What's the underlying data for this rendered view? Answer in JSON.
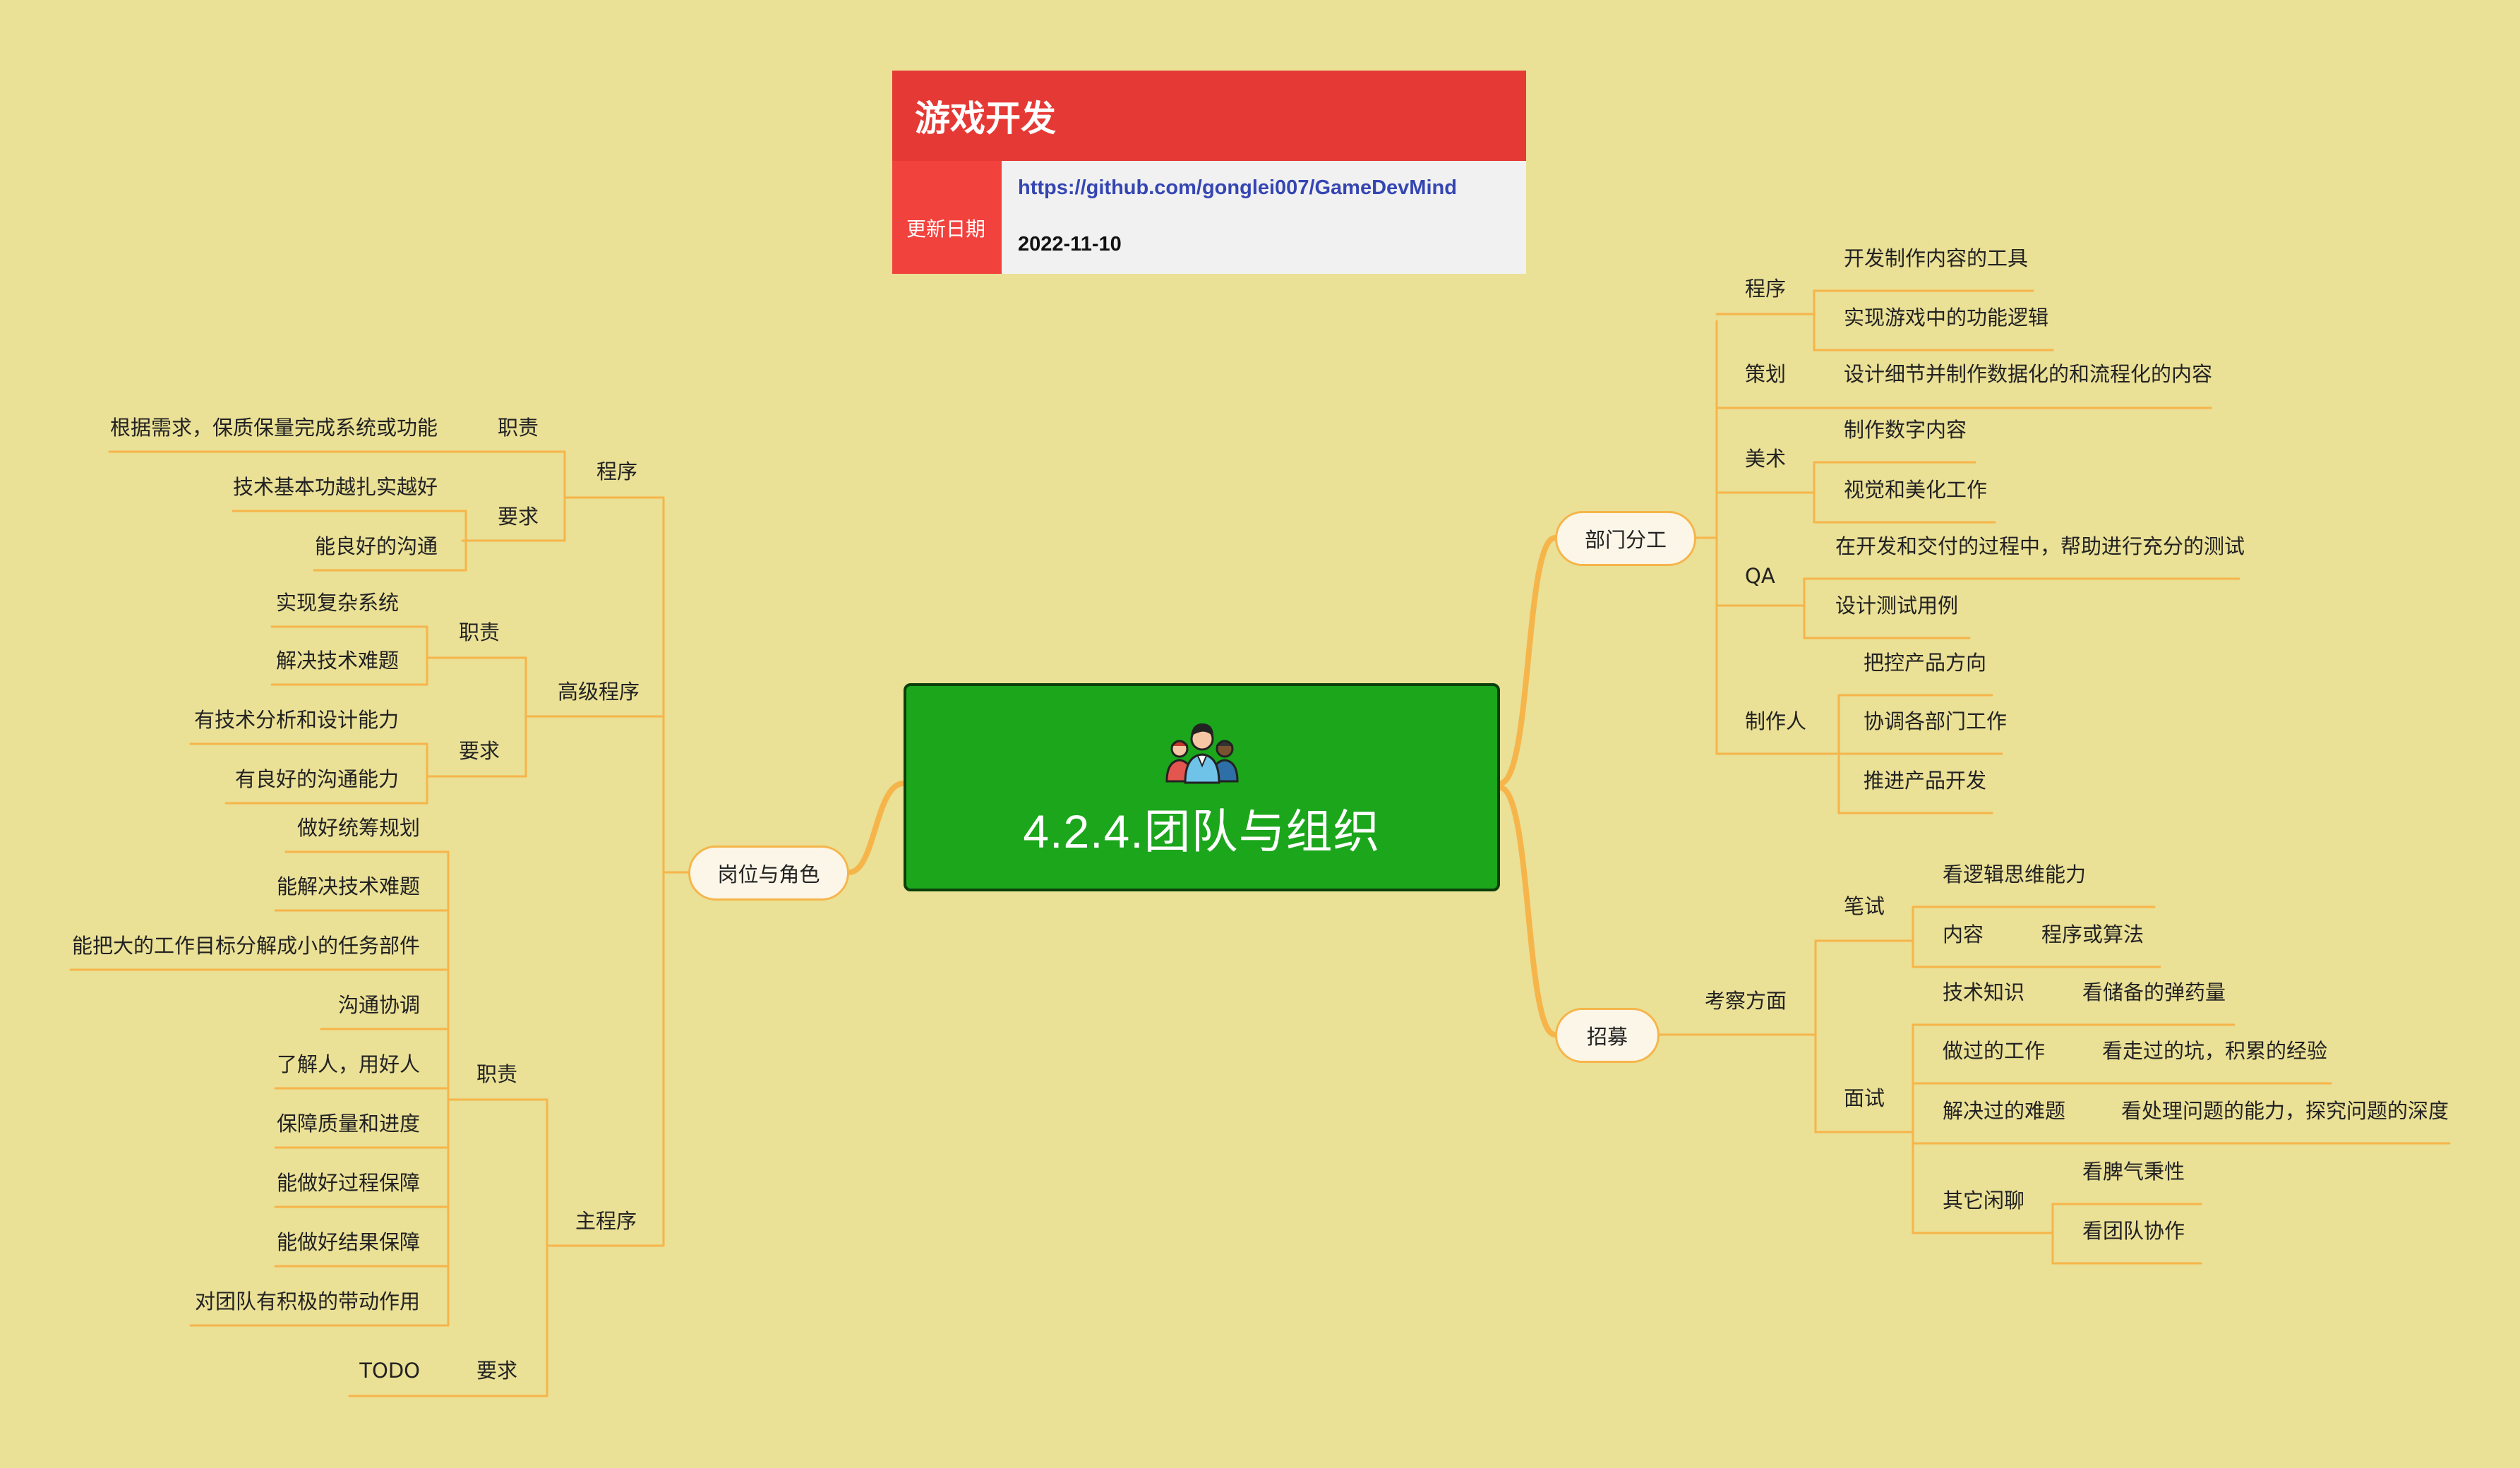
{
  "info": {
    "title": "游戏开发",
    "link": "https://github.com/gonglei007/GameDevMind",
    "date_label": "更新日期",
    "date": "2022-11-10"
  },
  "root": {
    "title": "4.2.4.团队与组织",
    "icon": "team-people-icon"
  },
  "colors": {
    "background": "#EAE096",
    "connector": "#F6B54A",
    "root": "#1BA61B",
    "header": "#E53935"
  },
  "left": {
    "label": "岗位与角色",
    "children": [
      {
        "label": "程序",
        "children": [
          {
            "label": "职责",
            "children": [
              {
                "label": "根据需求，保质保量完成系统或功能"
              }
            ]
          },
          {
            "label": "要求",
            "children": [
              {
                "label": "技术基本功越扎实越好"
              },
              {
                "label": "能良好的沟通"
              }
            ]
          }
        ]
      },
      {
        "label": "高级程序",
        "children": [
          {
            "label": "职责",
            "children": [
              {
                "label": "实现复杂系统"
              },
              {
                "label": "解决技术难题"
              }
            ]
          },
          {
            "label": "要求",
            "children": [
              {
                "label": "有技术分析和设计能力"
              },
              {
                "label": "有良好的沟通能力"
              }
            ]
          }
        ]
      },
      {
        "label": "主程序",
        "children": [
          {
            "label": "职责",
            "children": [
              {
                "label": "做好统筹规划"
              },
              {
                "label": "能解决技术难题"
              },
              {
                "label": "能把大的工作目标分解成小的任务部件"
              },
              {
                "label": "沟通协调"
              },
              {
                "label": "了解人，用好人"
              },
              {
                "label": "保障质量和进度"
              },
              {
                "label": "能做好过程保障"
              },
              {
                "label": "能做好结果保障"
              },
              {
                "label": "对团队有积极的带动作用"
              }
            ]
          },
          {
            "label": "要求",
            "children": [
              {
                "label": "TODO"
              }
            ]
          }
        ]
      }
    ]
  },
  "right_top": {
    "label": "部门分工",
    "children": [
      {
        "label": "程序",
        "children": [
          {
            "label": "开发制作内容的工具"
          },
          {
            "label": "实现游戏中的功能逻辑"
          }
        ]
      },
      {
        "label": "策划",
        "children": [
          {
            "label": "设计细节并制作数据化的和流程化的内容"
          }
        ]
      },
      {
        "label": "美术",
        "children": [
          {
            "label": "制作数字内容"
          },
          {
            "label": "视觉和美化工作"
          }
        ]
      },
      {
        "label": "QA",
        "children": [
          {
            "label": "在开发和交付的过程中，帮助进行充分的测试"
          },
          {
            "label": "设计测试用例"
          }
        ]
      },
      {
        "label": "制作人",
        "children": [
          {
            "label": "把控产品方向"
          },
          {
            "label": "协调各部门工作"
          },
          {
            "label": "推进产品开发"
          }
        ]
      }
    ]
  },
  "right_bottom": {
    "label": "招募",
    "children": [
      {
        "label": "考察方面",
        "children": [
          {
            "label": "笔试",
            "children": [
              {
                "label": "看逻辑思维能力"
              },
              {
                "label": "内容",
                "children": [
                  {
                    "label": "程序或算法"
                  }
                ]
              }
            ]
          },
          {
            "label": "面试",
            "children": [
              {
                "label": "技术知识",
                "children": [
                  {
                    "label": "看储备的弹药量"
                  }
                ]
              },
              {
                "label": "做过的工作",
                "children": [
                  {
                    "label": "看走过的坑，积累的经验"
                  }
                ]
              },
              {
                "label": "解决过的难题",
                "children": [
                  {
                    "label": "看处理问题的能力，探究问题的深度"
                  }
                ]
              },
              {
                "label": "其它闲聊",
                "children": [
                  {
                    "label": "看脾气秉性"
                  },
                  {
                    "label": "看团队协作"
                  }
                ]
              }
            ]
          }
        ]
      }
    ]
  }
}
